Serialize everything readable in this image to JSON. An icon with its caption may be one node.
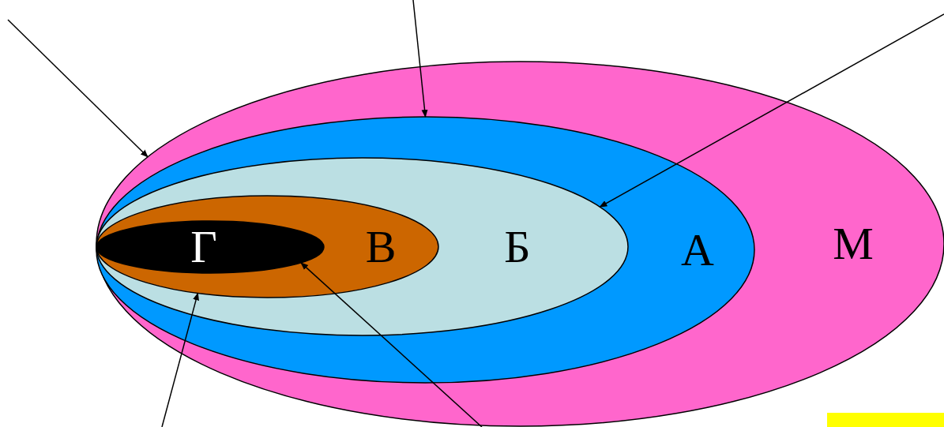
{
  "diagram": {
    "nodes": [
      {
        "text": [
          "М"
        ]
      },
      {
        "text": [
          "А"
        ],
        "in": 0
      },
      {
        "text": [
          "Б"
        ],
        "in": 1
      },
      {
        "text": [
          "В"
        ],
        "in": 2
      },
      {
        "text": [
          "Г"
        ],
        "in": 3
      },
      {
        "text": [],
        "shape": "bar"
      }
    ],
    "edges": [
      {
        "from": null,
        "to": 0,
        "arrow": "to"
      },
      {
        "from": null,
        "to": 1,
        "arrow": "to"
      },
      {
        "from": null,
        "to": 2,
        "arrow": "to"
      },
      {
        "from": null,
        "to": 3,
        "arrow": "to"
      },
      {
        "from": null,
        "to": 4,
        "arrow": "to"
      }
    ]
  }
}
